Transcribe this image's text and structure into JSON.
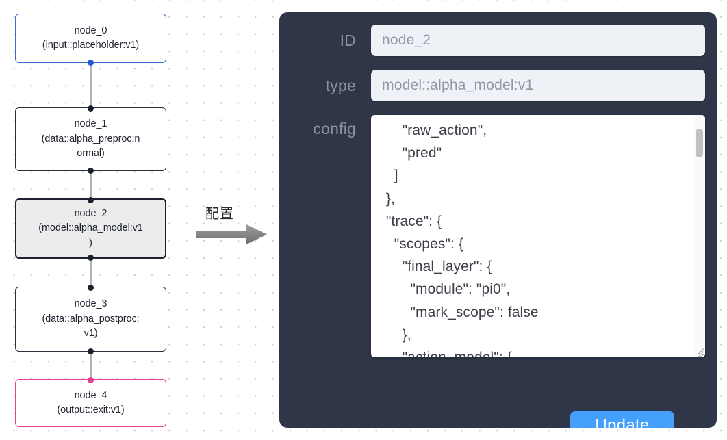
{
  "graph": {
    "nodes": [
      {
        "name": "node_0",
        "title": "node_0",
        "subtitle": "(input::placeholder:v1)",
        "kind": "input",
        "selected": false,
        "border_color": "#3f6ad1",
        "handle_color": "#2457d6"
      },
      {
        "name": "node_1",
        "title": "node_1",
        "subtitle": "(data::alpha_preproc:n",
        "subtitle2": "ormal)",
        "kind": "default",
        "selected": false,
        "border_color": "#2b2f3b",
        "handle_color": "#1b2031"
      },
      {
        "name": "node_2",
        "title": "node_2",
        "subtitle": "(model::alpha_model:v1",
        "subtitle2": ")",
        "kind": "model",
        "selected": true,
        "border_color": "#1c2030",
        "handle_color": "#1b2031"
      },
      {
        "name": "node_3",
        "title": "node_3",
        "subtitle": "(data::alpha_postproc:",
        "subtitle2": "v1)",
        "kind": "default",
        "selected": false,
        "border_color": "#2b2f3b",
        "handle_color": "#1b2031"
      },
      {
        "name": "node_4",
        "title": "node_4",
        "subtitle": "(output::exit:v1)",
        "kind": "output",
        "selected": false,
        "border_color": "#e8408f",
        "handle_color": "#e8408f"
      }
    ],
    "edge_color": "#b1b1b7"
  },
  "arrow": {
    "label": "配置",
    "icon": "arrow-right-icon",
    "color": "#808080"
  },
  "panel": {
    "background_color": "#2e3648",
    "rows": [
      {
        "label": "ID",
        "field_name": "id-field",
        "value": "node_2",
        "placeholder": "node_2"
      },
      {
        "label": "type",
        "field_name": "type-field",
        "value": "model::alpha_model:v1",
        "placeholder": "model::alpha_model:v1"
      }
    ],
    "config": {
      "label": "config",
      "value": "      \"raw_action\",\n      \"pred\"\n    ]\n  },\n  \"trace\": {\n    \"scopes\": {\n      \"final_layer\": {\n        \"module\": \"pi0\",\n        \"mark_scope\": false\n      },\n      \"action_model\": {",
      "scrollbar": "vertical-scrollbar",
      "resize_handle": "resize-grip-icon"
    },
    "update_button": {
      "label": "Update",
      "color": "#45a0fb"
    }
  }
}
